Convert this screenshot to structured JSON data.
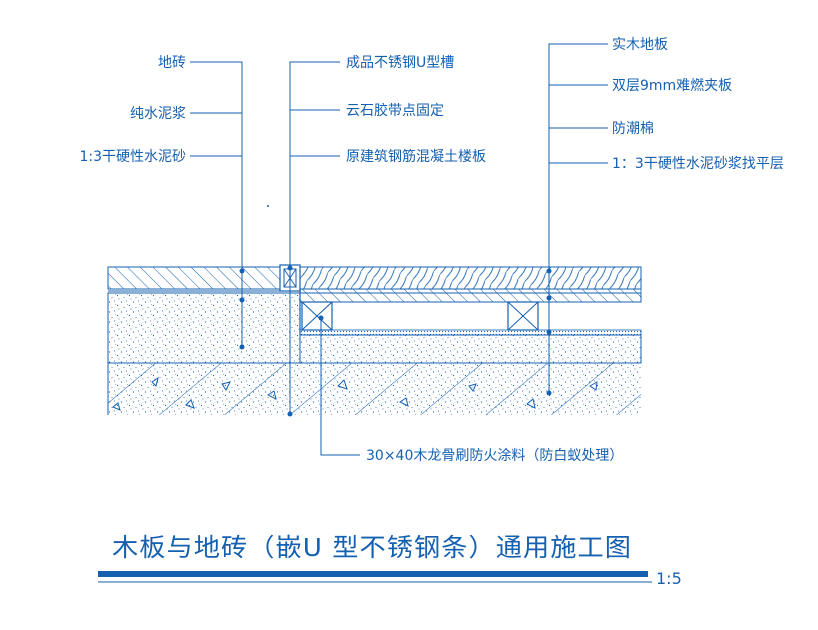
{
  "colors": {
    "line": "#1560b0",
    "background": "#ffffff"
  },
  "labels": {
    "left": [
      "地砖",
      "纯水泥浆",
      "1:3干硬性水泥砂"
    ],
    "middle": [
      "成品不锈钢U型槽",
      "云石胶带点固定",
      "原建筑钢筋混凝土楼板"
    ],
    "right": [
      "实木地板",
      "双层9mm难燃夹板",
      "防潮棉",
      "1：3干硬性水泥砂浆找平层"
    ],
    "bottom": "30×40木龙骨刷防火涂料（防白蚁处理）"
  },
  "title": "木板与地砖（嵌U 型不锈钢条）通用施工图",
  "scale": "1:5"
}
